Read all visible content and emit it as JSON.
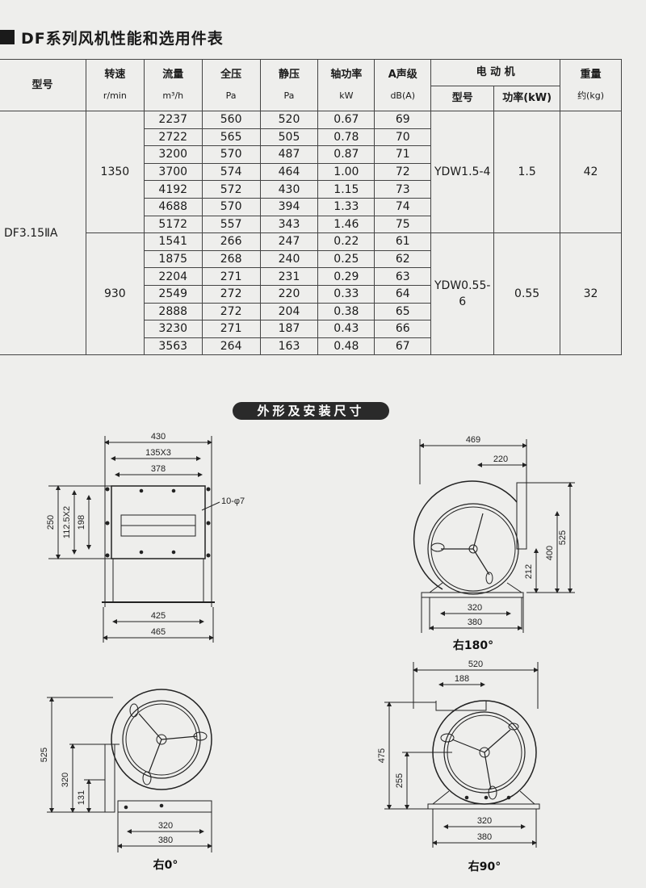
{
  "title": "DF系列风机性能和选用件表",
  "table": {
    "headers": {
      "model": "型号",
      "speed": "转速",
      "speed_unit": "r/min",
      "flow": "流量",
      "flow_unit": "m³/h",
      "total_pressure": "全压",
      "total_pressure_unit": "Pa",
      "static_pressure": "静压",
      "static_pressure_unit": "Pa",
      "shaft_power": "轴功率",
      "shaft_power_unit": "kW",
      "noise": "A声级",
      "noise_unit": "dB(A)",
      "motor": "电 动 机",
      "motor_model": "型号",
      "motor_power": "功率(kW)",
      "weight": "重量",
      "weight_unit": "约(kg)"
    },
    "model": "DF3.15ⅡA",
    "groups": [
      {
        "speed": "1350",
        "motor_model": "YDW1.5-4",
        "motor_power": "1.5",
        "weight": "42",
        "rows": [
          [
            "2237",
            "560",
            "520",
            "0.67",
            "69"
          ],
          [
            "2722",
            "565",
            "505",
            "0.78",
            "70"
          ],
          [
            "3200",
            "570",
            "487",
            "0.87",
            "71"
          ],
          [
            "3700",
            "574",
            "464",
            "1.00",
            "72"
          ],
          [
            "4192",
            "572",
            "430",
            "1.15",
            "73"
          ],
          [
            "4688",
            "570",
            "394",
            "1.33",
            "74"
          ],
          [
            "5172",
            "557",
            "343",
            "1.46",
            "75"
          ]
        ]
      },
      {
        "speed": "930",
        "motor_model": "YDW0.55-6",
        "motor_power": "0.55",
        "weight": "32",
        "rows": [
          [
            "1541",
            "266",
            "247",
            "0.22",
            "61"
          ],
          [
            "1875",
            "268",
            "240",
            "0.25",
            "62"
          ],
          [
            "2204",
            "271",
            "231",
            "0.29",
            "63"
          ],
          [
            "2549",
            "272",
            "220",
            "0.33",
            "64"
          ],
          [
            "2888",
            "272",
            "204",
            "0.38",
            "65"
          ],
          [
            "3230",
            "271",
            "187",
            "0.43",
            "66"
          ],
          [
            "3563",
            "264",
            "163",
            "0.48",
            "67"
          ]
        ]
      }
    ]
  },
  "section_title": "外形及安装尺寸",
  "drawings": {
    "front": {
      "d430": "430",
      "d135x3": "135X3",
      "d378": "378",
      "d250": "250",
      "d112x2": "112.5X2",
      "d198": "198",
      "holes": "10-φ7",
      "d425": "425",
      "d465": "465"
    },
    "r180": {
      "label": "右180°",
      "d469": "469",
      "d220": "220",
      "d525": "525",
      "d400": "400",
      "d212": "212",
      "d320": "320",
      "d380": "380"
    },
    "r0": {
      "label": "右0°",
      "d525": "525",
      "d320v": "320",
      "d131": "131",
      "d320": "320",
      "d380": "380"
    },
    "r90": {
      "label": "右90°",
      "d520": "520",
      "d188": "188",
      "d475": "475",
      "d255": "255",
      "d320": "320",
      "d380": "380"
    }
  }
}
